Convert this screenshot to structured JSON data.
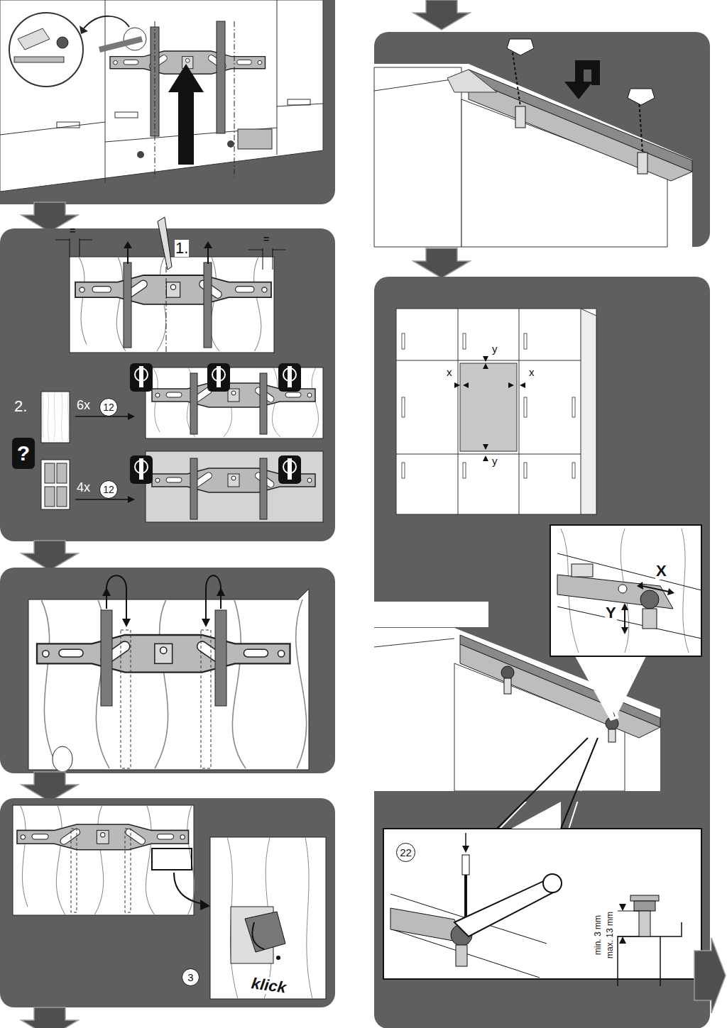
{
  "diagram": {
    "nodes": [
      {
        "text": [
          "12"
        ]
      },
      {
        "text": [
          "?"
        ]
      },
      {
        "text": [
          "12"
        ]
      },
      {
        "text": [
          "3"
        ]
      },
      {
        "text": [
          "22"
        ]
      }
    ],
    "labels": [
      "=",
      "1.",
      "=",
      "2.",
      "6x",
      "4x",
      "klick",
      "y",
      "x",
      "x",
      "y",
      "X",
      "Y",
      "min. 3 mm",
      "max. 13 mm"
    ]
  }
}
